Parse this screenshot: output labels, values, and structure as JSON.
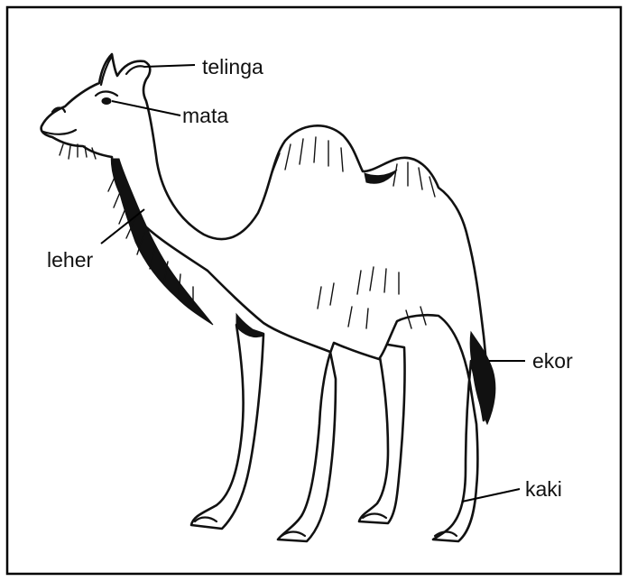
{
  "labels": {
    "telinga": "telinga",
    "mata": "mata",
    "leher": "leher",
    "ekor": "ekor",
    "kaki": "kaki"
  },
  "colors": {
    "ink": "#111111",
    "background": "#ffffff"
  }
}
